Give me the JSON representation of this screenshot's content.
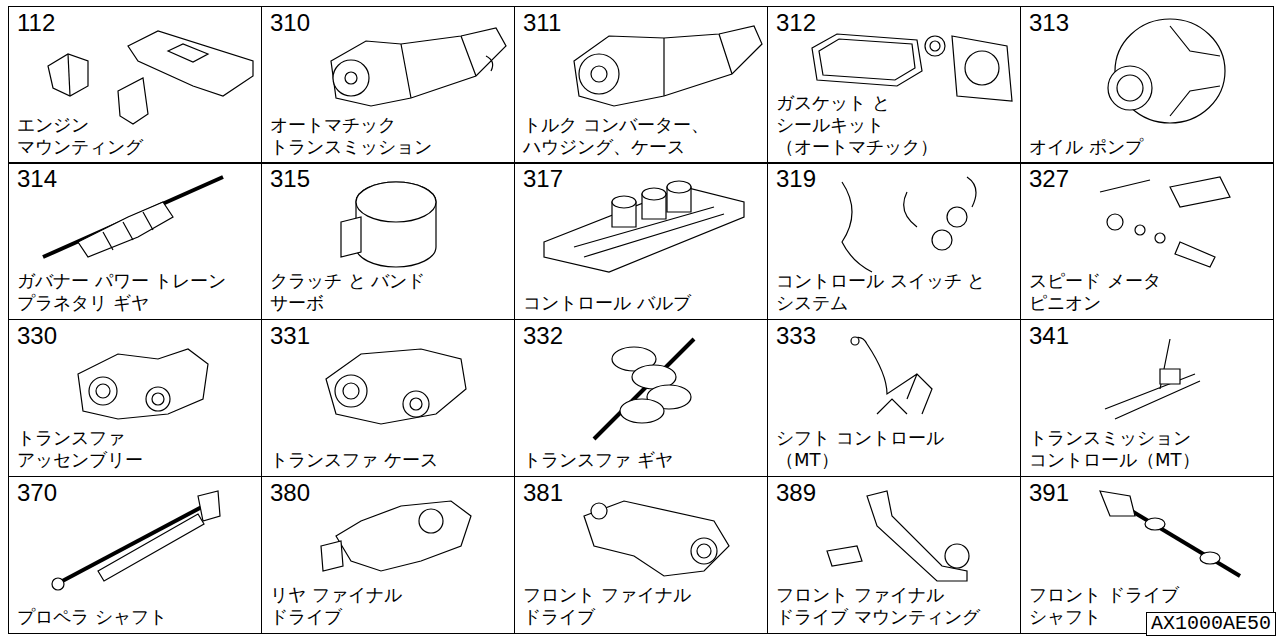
{
  "diagram": {
    "nodes": [
      {
        "text": [
          "112",
          "エンジン マウンティング"
        ]
      },
      {
        "text": [
          "310",
          "オートマチック トランスミッション"
        ]
      },
      {
        "text": [
          "311",
          "トルク コンバーター、 ハウジング、ケース"
        ]
      },
      {
        "text": [
          "312",
          "ガスケット と シールキット （オートマチック）"
        ]
      },
      {
        "text": [
          "313",
          "オイル ポンプ"
        ]
      },
      {
        "text": [
          "314",
          "ガバナー パワー トレーン プラネタリ ギヤ"
        ]
      },
      {
        "text": [
          "315",
          "クラッチ と バンド サーボ"
        ]
      },
      {
        "text": [
          "317",
          "コントロール バルブ"
        ]
      },
      {
        "text": [
          "319",
          "コントロール スイッチ と システム"
        ]
      },
      {
        "text": [
          "327",
          "スピード メータ ピニオン"
        ]
      },
      {
        "text": [
          "330",
          "トランスファ アッセンブリー"
        ]
      },
      {
        "text": [
          "331",
          "トランスファ ケース"
        ]
      },
      {
        "text": [
          "332",
          "トランスファ ギヤ"
        ]
      },
      {
        "text": [
          "333",
          "シフト コントロール （MT）"
        ]
      },
      {
        "text": [
          "341",
          "トランスミッション コントロール（MT）"
        ]
      },
      {
        "text": [
          "370",
          "プロペラ シャフト"
        ]
      },
      {
        "text": [
          "380",
          "リヤ ファイナル ドライブ"
        ]
      },
      {
        "text": [
          "381",
          "フロント ファイナル ドライブ"
        ]
      },
      {
        "text": [
          "389",
          "フロント ファイナル ドライブ マウンティング"
        ]
      },
      {
        "text": [
          "391",
          "フロント ドライブ シャフト"
        ]
      },
      {
        "text": [
          "AX1000AE50"
        ]
      }
    ]
  }
}
